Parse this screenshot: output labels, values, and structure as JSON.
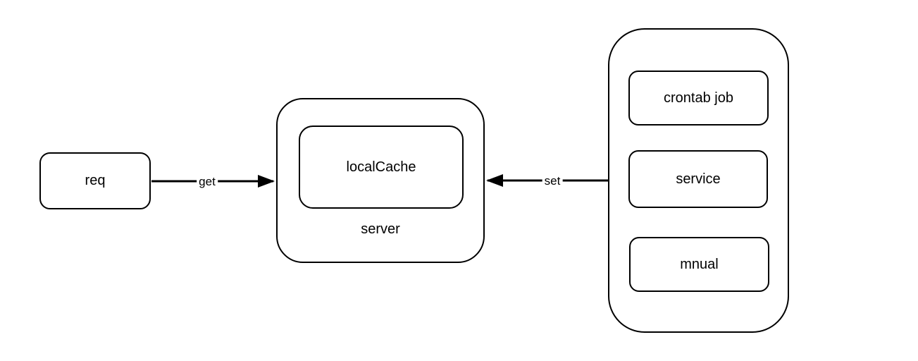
{
  "diagram": {
    "colors": {
      "background": "#ffffff",
      "stroke": "#000000",
      "text": "#000000"
    },
    "nodes": {
      "req": {
        "label": "req"
      },
      "localCache": {
        "label": "localCache"
      },
      "server": {
        "label": "server"
      },
      "crontab_job": {
        "label": "crontab job"
      },
      "service": {
        "label": "service"
      },
      "mnual": {
        "label": "mnual"
      }
    },
    "edges": {
      "get": {
        "label": "get",
        "direction": "left-to-right"
      },
      "set": {
        "label": "set",
        "direction": "right-to-left"
      }
    }
  }
}
